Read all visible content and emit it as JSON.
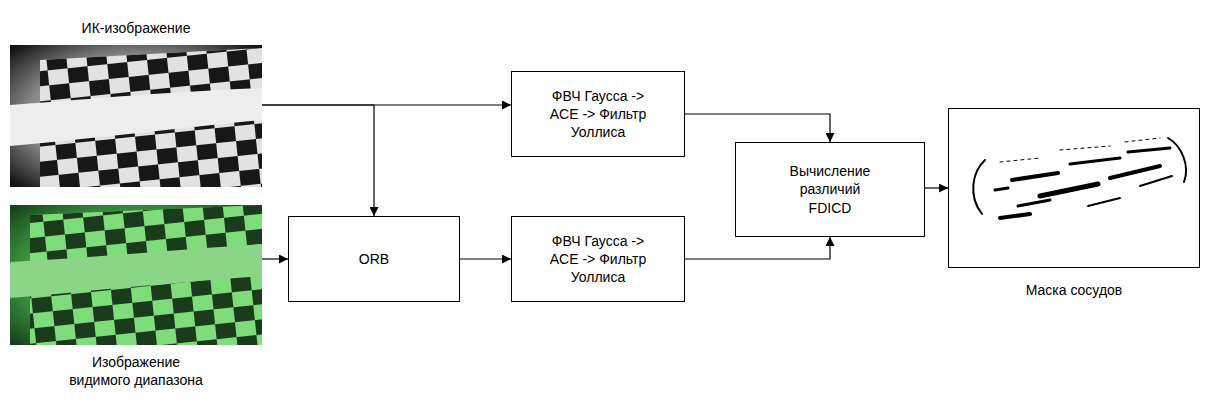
{
  "diagram": {
    "nodes": [
      {
        "text": [
          "ИК-изображение"
        ]
      },
      {
        "text": [
          "Изображение видимого диапазона"
        ]
      },
      {
        "text": [
          "ФВЧ Гаусса -> ACE -> Фильтр Уоллиса"
        ]
      },
      {
        "text": [
          "ORB"
        ]
      },
      {
        "text": [
          "ФВЧ Гаусса -> ACE -> Фильтр Уоллиса"
        ]
      },
      {
        "text": [
          "Вычисление различий FDICD"
        ]
      },
      {
        "text": [
          "Маска сосудов"
        ]
      }
    ],
    "edges": [
      {
        "from": 0,
        "to": 2,
        "arrow": "to"
      },
      {
        "from": 0,
        "to": 3,
        "arrow": "to"
      },
      {
        "from": 1,
        "to": 3,
        "arrow": "to"
      },
      {
        "from": 3,
        "to": 4,
        "arrow": "to"
      },
      {
        "from": 2,
        "to": 5,
        "arrow": "to"
      },
      {
        "from": 4,
        "to": 5,
        "arrow": "to"
      },
      {
        "from": 5,
        "to": 6,
        "arrow": "to"
      }
    ]
  }
}
